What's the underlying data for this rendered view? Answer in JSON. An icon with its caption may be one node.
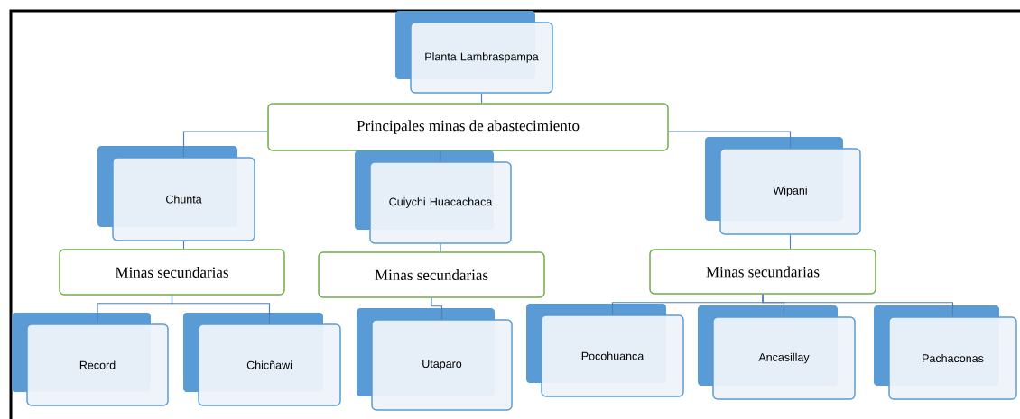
{
  "diagram": {
    "nodes": [
      {
        "text": [
          "Planta Lambraspampa"
        ]
      },
      {
        "text": [
          "Principales minas de abastecimiento"
        ]
      },
      {
        "text": [
          "Chunta"
        ]
      },
      {
        "text": [
          "Cuiychi Huacachaca"
        ]
      },
      {
        "text": [
          "Wipani"
        ]
      },
      {
        "text": [
          "Minas secundarias"
        ]
      },
      {
        "text": [
          "Minas secundarias"
        ]
      },
      {
        "text": [
          "Minas secundarias"
        ]
      },
      {
        "text": [
          "Record"
        ]
      },
      {
        "text": [
          "Chicñawi"
        ]
      },
      {
        "text": [
          "Utaparo"
        ]
      },
      {
        "text": [
          "Pocohuanca"
        ]
      },
      {
        "text": [
          "Ancasillay"
        ]
      },
      {
        "text": [
          "Pachaconas"
        ]
      }
    ],
    "edges": [
      {
        "from": 0,
        "to": 1,
        "arrow": "none"
      },
      {
        "from": 1,
        "to": 2,
        "arrow": "none"
      },
      {
        "from": 1,
        "to": 3,
        "arrow": "none"
      },
      {
        "from": 1,
        "to": 4,
        "arrow": "none"
      },
      {
        "from": 2,
        "to": 5,
        "arrow": "none"
      },
      {
        "from": 3,
        "to": 6,
        "arrow": "none"
      },
      {
        "from": 4,
        "to": 7,
        "arrow": "none"
      },
      {
        "from": 5,
        "to": 8,
        "arrow": "none"
      },
      {
        "from": 5,
        "to": 9,
        "arrow": "none"
      },
      {
        "from": 6,
        "to": 10,
        "arrow": "none"
      },
      {
        "from": 7,
        "to": 11,
        "arrow": "none"
      },
      {
        "from": 7,
        "to": 12,
        "arrow": "none"
      },
      {
        "from": 7,
        "to": 13,
        "arrow": "none"
      }
    ]
  }
}
